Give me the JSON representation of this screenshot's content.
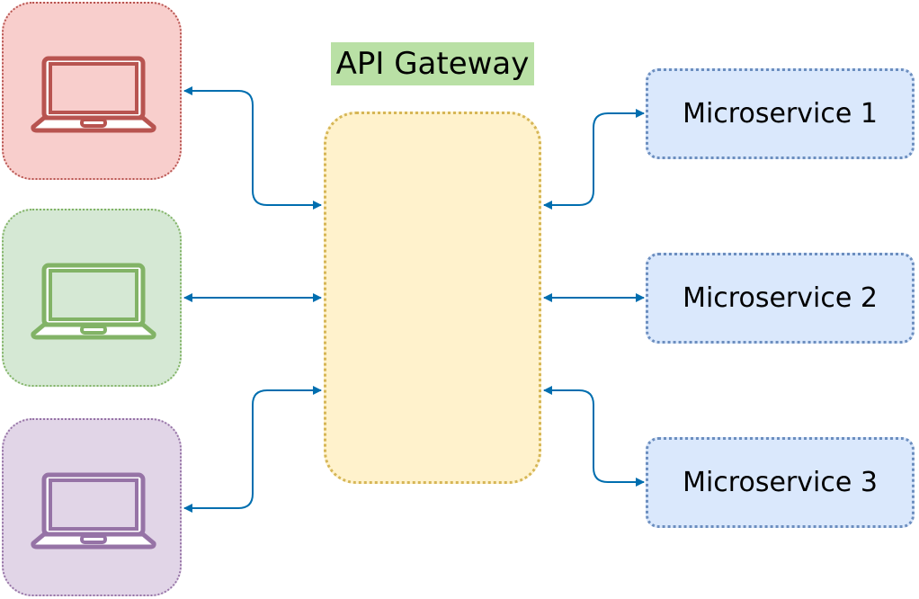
{
  "diagram": {
    "title": "API Gateway architecture",
    "gateway": {
      "label": "API Gateway",
      "fill": "#fff2cc",
      "stroke": "#d6b656",
      "label_bg": "#b9e0a5"
    },
    "clients": [
      {
        "name": "laptop-client-red",
        "icon": "laptop-icon",
        "fill": "#f8cecc",
        "stroke": "#b85450"
      },
      {
        "name": "laptop-client-green",
        "icon": "laptop-icon",
        "fill": "#d5e8d4",
        "stroke": "#82b366"
      },
      {
        "name": "laptop-client-purple",
        "icon": "laptop-icon",
        "fill": "#e1d5e7",
        "stroke": "#9673a6"
      }
    ],
    "microservices": [
      {
        "label": "Microservice 1"
      },
      {
        "label": "Microservice 2"
      },
      {
        "label": "Microservice 3"
      }
    ],
    "connector_color": "#006eaf",
    "connections": [
      {
        "from": "laptop-client-red",
        "to": "API Gateway",
        "bidirectional": true
      },
      {
        "from": "laptop-client-green",
        "to": "API Gateway",
        "bidirectional": true
      },
      {
        "from": "laptop-client-purple",
        "to": "API Gateway",
        "bidirectional": true
      },
      {
        "from": "API Gateway",
        "to": "Microservice 1",
        "bidirectional": true
      },
      {
        "from": "API Gateway",
        "to": "Microservice 2",
        "bidirectional": true
      },
      {
        "from": "API Gateway",
        "to": "Microservice 3",
        "bidirectional": true
      }
    ]
  }
}
